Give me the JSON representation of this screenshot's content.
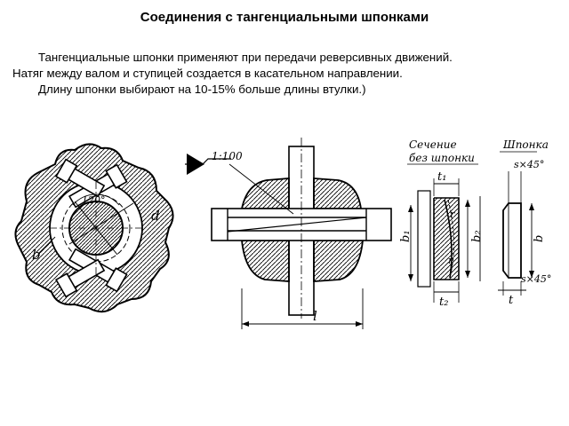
{
  "slide": {
    "title": "Соединения с тангенциальными  шпонками",
    "paragraph": {
      "line1": "Тангенциальные шпонки применяют при передачи реверсивных движений.",
      "line2": "Натяг между валом и ступицей создается в касательном направлении.",
      "line3": "Длину шпонки выбирают на 10-15% больше длины втулки.)"
    }
  },
  "drawing": {
    "left": {
      "angle_label": "120°",
      "d_label": "d",
      "b_label": "b"
    },
    "middle": {
      "taper_label": "1:100",
      "l_label": "l"
    },
    "section": {
      "heading_line1": "Сечение",
      "heading_line2": "без шпонки",
      "t1_label": "t₁",
      "t2_label": "t₂",
      "b1_label": "b₁",
      "b2_label": "b₂",
      "r_top": "r",
      "r_bottom": "r"
    },
    "key": {
      "heading": "Шпонка",
      "chamfer_top": "s×45°",
      "chamfer_bottom": "s×45°",
      "b_label": "b",
      "t_label": "t"
    }
  }
}
